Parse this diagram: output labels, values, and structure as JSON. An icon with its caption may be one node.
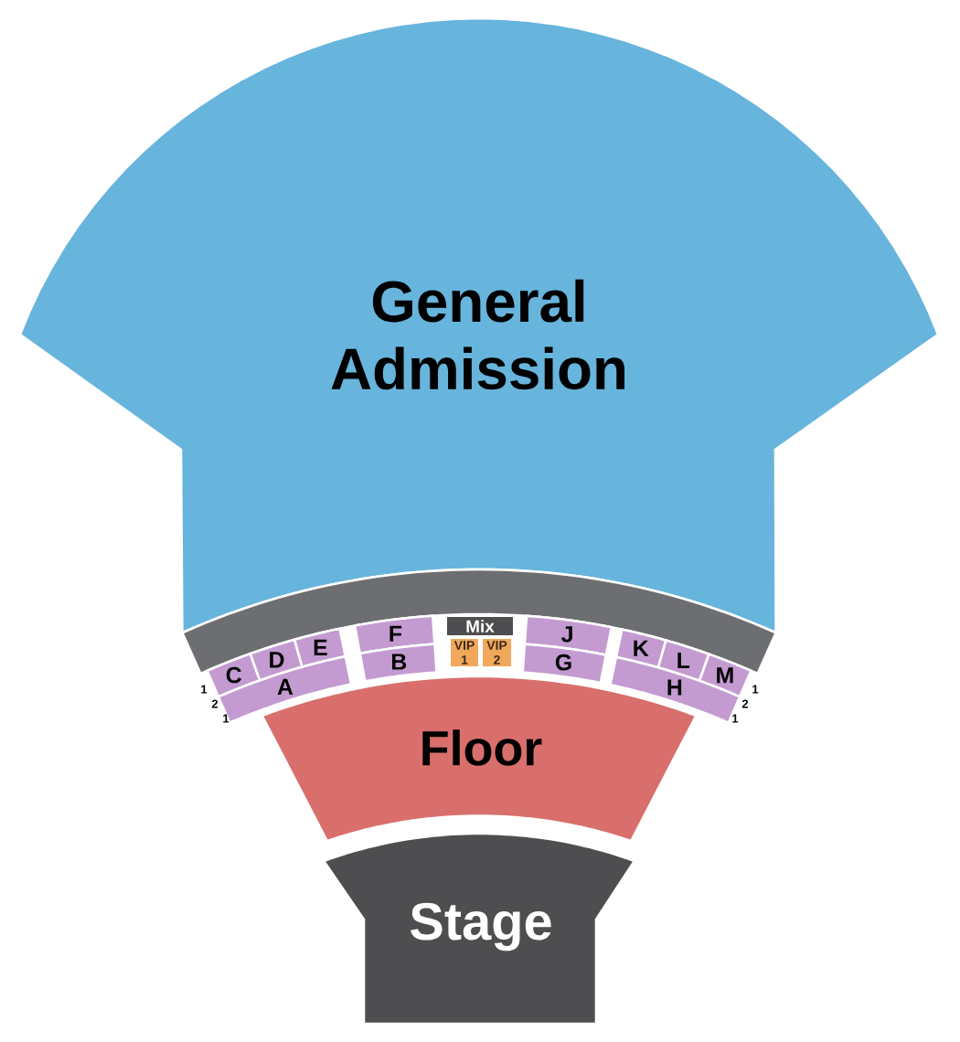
{
  "diagram": {
    "nodes": [
      {
        "text": [
          "General Admission"
        ]
      },
      {
        "text": [
          "C"
        ],
        "beside": [
          "1"
        ]
      },
      {
        "text": [
          "D"
        ]
      },
      {
        "text": [
          "E"
        ]
      },
      {
        "text": [
          "F"
        ]
      },
      {
        "text": [
          "Mix"
        ]
      },
      {
        "text": [
          "J"
        ]
      },
      {
        "text": [
          "K"
        ]
      },
      {
        "text": [
          "L"
        ]
      },
      {
        "text": [
          "M"
        ],
        "beside": [
          "1"
        ]
      },
      {
        "text": [
          "A"
        ],
        "beside": [
          "2",
          "1"
        ]
      },
      {
        "text": [
          "B"
        ]
      },
      {
        "text": [
          "VIP 1"
        ]
      },
      {
        "text": [
          "VIP 2"
        ]
      },
      {
        "text": [
          "G"
        ]
      },
      {
        "text": [
          "H"
        ],
        "beside": [
          "2",
          "1"
        ]
      },
      {
        "text": [
          "Floor"
        ]
      },
      {
        "text": [
          "Stage"
        ]
      }
    ]
  }
}
